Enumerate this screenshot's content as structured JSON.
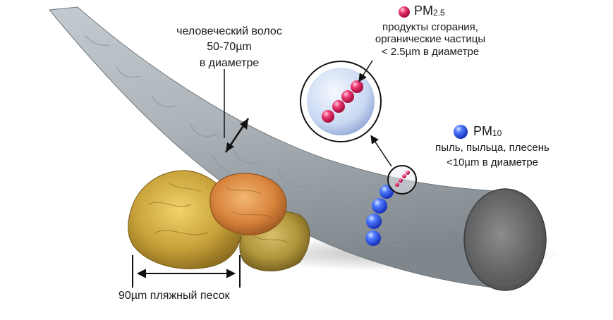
{
  "hair": {
    "name": "человеческий волос",
    "size": "50-70µm",
    "unit_note": "в диаметре"
  },
  "sand": {
    "label": "90µm пляжный песок"
  },
  "pm25": {
    "title_main": "PM",
    "title_sub": "2.5",
    "desc1": "продукты сгорания,",
    "desc2": "органические частицы",
    "size": "< 2.5µm в диаметре",
    "color": "#e0245e"
  },
  "pm10": {
    "title_main": "PM",
    "title_sub": "10",
    "desc": "пыль, пыльца, плесень",
    "size": "<10µm в диаметре",
    "color": "#2a5cf0"
  }
}
